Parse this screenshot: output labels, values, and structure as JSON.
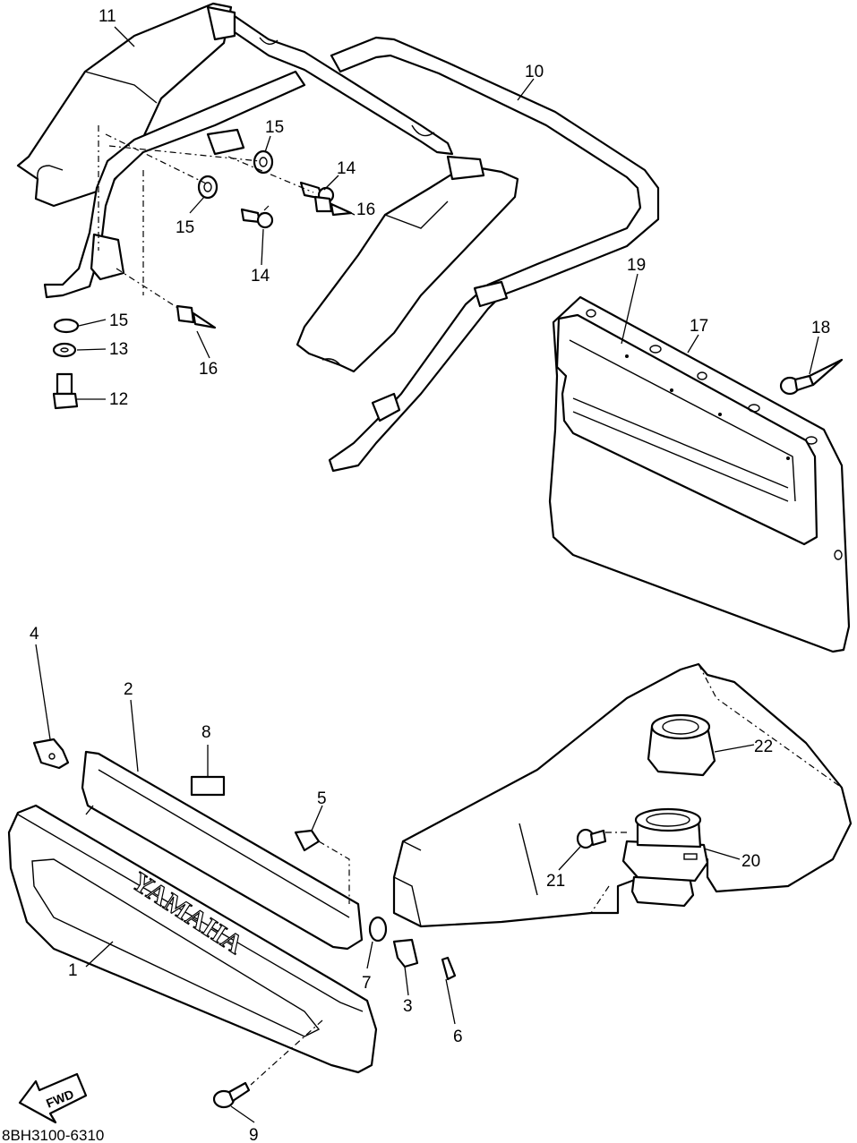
{
  "diagram": {
    "drawing_code": "8BH3100-6310",
    "emblem_text": "YAMAHA",
    "direction_arrow_text": "FWD",
    "callouts": [
      {
        "id": "c1",
        "label": "1"
      },
      {
        "id": "c2",
        "label": "2"
      },
      {
        "id": "c3",
        "label": "3"
      },
      {
        "id": "c4",
        "label": "4"
      },
      {
        "id": "c5",
        "label": "5"
      },
      {
        "id": "c6",
        "label": "6"
      },
      {
        "id": "c7",
        "label": "7"
      },
      {
        "id": "c8",
        "label": "8"
      },
      {
        "id": "c9",
        "label": "9"
      },
      {
        "id": "c10",
        "label": "10"
      },
      {
        "id": "c11",
        "label": "11"
      },
      {
        "id": "c12",
        "label": "12"
      },
      {
        "id": "c13",
        "label": "13"
      },
      {
        "id": "c14a",
        "label": "14"
      },
      {
        "id": "c14b",
        "label": "14"
      },
      {
        "id": "c15a",
        "label": "15"
      },
      {
        "id": "c15b",
        "label": "15"
      },
      {
        "id": "c15c",
        "label": "15"
      },
      {
        "id": "c16a",
        "label": "16"
      },
      {
        "id": "c16b",
        "label": "16"
      },
      {
        "id": "c17",
        "label": "17"
      },
      {
        "id": "c18",
        "label": "18"
      },
      {
        "id": "c19",
        "label": "19"
      },
      {
        "id": "c20",
        "label": "20"
      },
      {
        "id": "c21",
        "label": "21"
      },
      {
        "id": "c22",
        "label": "22"
      }
    ]
  }
}
